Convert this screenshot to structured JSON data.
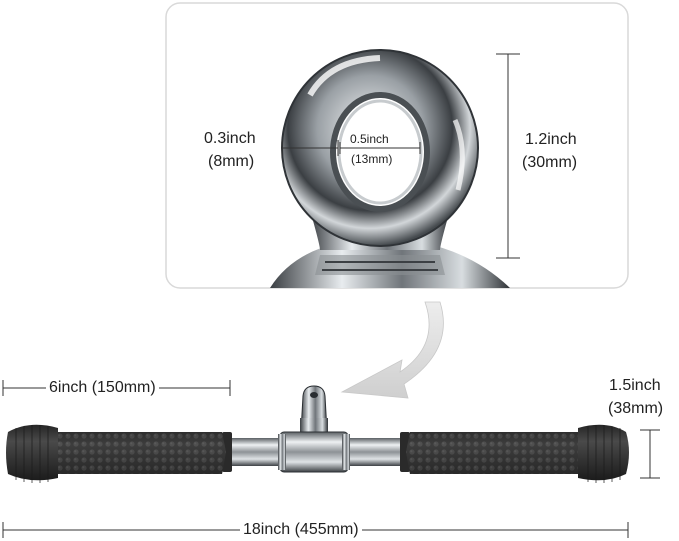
{
  "dimensions": {
    "eyelet_wall": {
      "inch": "0.3inch",
      "mm": "(8mm)"
    },
    "eyelet_hole": {
      "inch": "0.5inch",
      "mm": "(13mm)"
    },
    "eyelet_height": {
      "inch": "1.2inch",
      "mm": "(30mm)"
    },
    "grip_length": "6inch (150mm)",
    "grip_diameter": {
      "inch": "1.5inch",
      "mm": "(38mm)"
    },
    "total_length": "18inch (455mm)"
  },
  "colors": {
    "inset_border": "#d9d9d9",
    "rubber": "#3a3a3a",
    "chrome": "#bfc4c8",
    "arrow": "#d4d4d4",
    "dimension_line": "#333333"
  }
}
